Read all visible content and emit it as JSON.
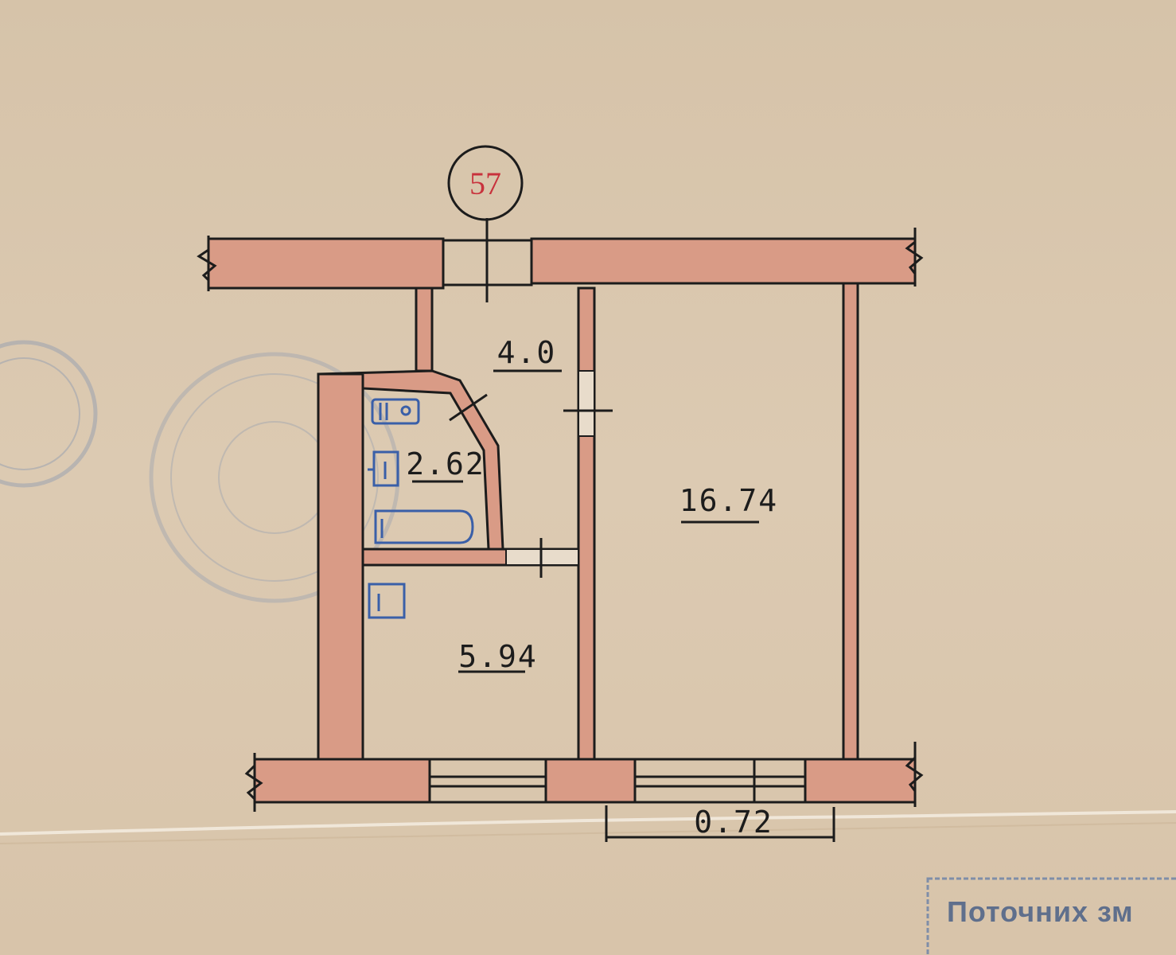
{
  "apartment": {
    "number": "57",
    "number_color": "#c8323c"
  },
  "rooms": [
    {
      "area": "4.0"
    },
    {
      "area": "2.62"
    },
    {
      "area": "16.74"
    },
    {
      "area": "5.94"
    }
  ],
  "dimension": {
    "value": "0.72"
  },
  "stamp": {
    "text": "Поточних зм"
  },
  "colors": {
    "paper": "#d9c6ad",
    "wall_fill": "#d99b86",
    "line": "#1c1c1c",
    "fixtures": "#3a5fa8",
    "seal": "#8d9ab0"
  },
  "fixture_icons": [
    "sink-icon",
    "toilet-icon",
    "bathtub-icon",
    "kitchen-sink-icon"
  ]
}
